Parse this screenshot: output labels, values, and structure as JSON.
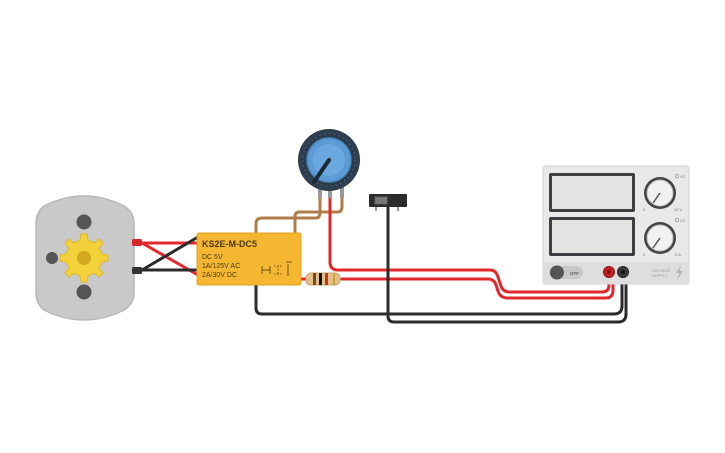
{
  "relay": {
    "part": "KS2E-M-DC5",
    "spec_lines": [
      "DC 5V",
      "1A/125V AC",
      "2A/30V DC"
    ]
  },
  "power_supply": {
    "switch_label": "OFF",
    "brand_lines": [
      "VOLTAGE",
      "SUPPLY"
    ],
    "voltage_knob": {
      "min_label": "0",
      "max_label": "30 V",
      "indicator": "VC"
    },
    "current_knob": {
      "min_label": "0",
      "max_label": "5 A",
      "indicator": "CC"
    }
  },
  "colors": {
    "wire_red": "#e0282d",
    "wire_black": "#2b2b2b",
    "wire_brown": "#b07d4a",
    "relay_body": "#f5b731",
    "motor_body": "#c9c9c9",
    "gear": "#f2d13a",
    "pot_knob": "#5d9bd6",
    "supply_body": "#e9e9e9"
  },
  "icons": [
    "gear-icon",
    "lightning-icon"
  ]
}
